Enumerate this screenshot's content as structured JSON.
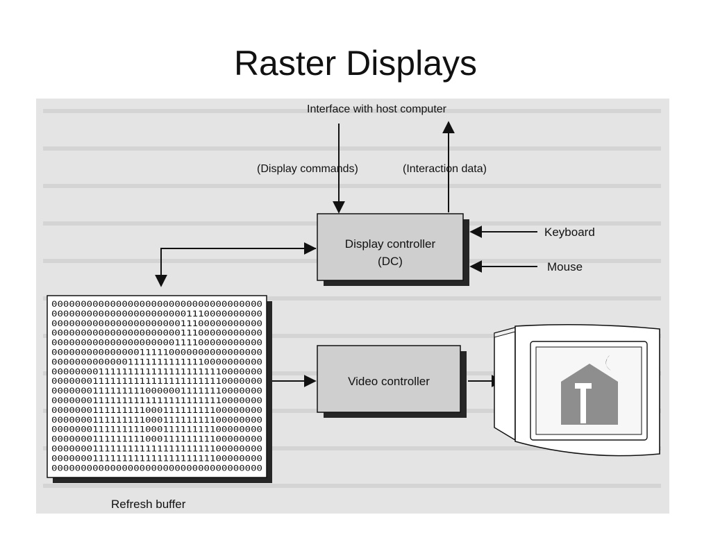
{
  "title": "Raster Displays",
  "diagram": {
    "labels": {
      "host_interface": "Interface with host computer",
      "display_commands": "(Display commands)",
      "interaction_data": "(Interaction data)",
      "keyboard": "Keyboard",
      "mouse": "Mouse",
      "refresh_buffer": "Refresh buffer"
    },
    "display_controller": {
      "line1": "Display controller",
      "line2": "(DC)"
    },
    "video_controller": {
      "label": "Video controller"
    },
    "buffer_rows": [
      "000000000000000000000000000000000000",
      "000000000000000000000001110000000000",
      "000000000000000000000011100000000000",
      "000000000000000000000011100000000000",
      "000000000000000000000111100000000000",
      "000000000000000111110000000000000000",
      "000000000000011111111111110000000000",
      "000000001111111111111111111110000000",
      "000000011111111111111111111110000000",
      "000000011111111100000011111110000000",
      "000000011111111111111111111110000000",
      "000000011111111100011111111100000000",
      "000000011111111100011111111100000000",
      "000000011111111100011111111100000000",
      "000000011111111100011111111100000000",
      "000000011111111111111111111100000000",
      "000000011111111111111111111100000000",
      "000000000000000000000000000000000000"
    ]
  },
  "colors": {
    "box_fill": "#cfcfcf",
    "box_shadow": "#262626",
    "line": "#111111",
    "figure_bg": "#e4e4e4"
  }
}
